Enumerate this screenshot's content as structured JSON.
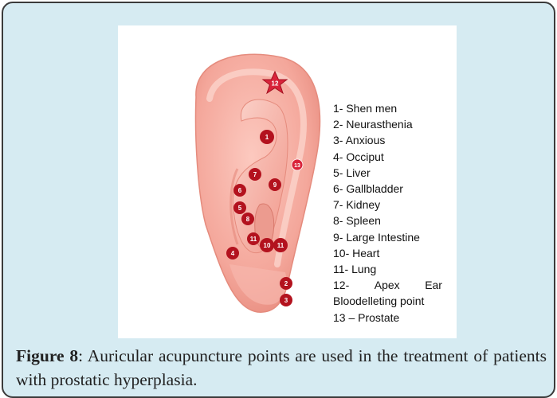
{
  "figure": {
    "points": [
      {
        "num": "1"
      },
      {
        "num": "2"
      },
      {
        "num": "3"
      },
      {
        "num": "4"
      },
      {
        "num": "5"
      },
      {
        "num": "6"
      },
      {
        "num": "7"
      },
      {
        "num": "8"
      },
      {
        "num": "9"
      },
      {
        "num": "10"
      },
      {
        "num": "11"
      },
      {
        "num": "11"
      },
      {
        "num": "12"
      },
      {
        "num": "13"
      }
    ],
    "legend": [
      "1- Shen men",
      "2- Neurasthenia",
      "3- Anxious",
      "4- Occiput",
      "5- Liver",
      "6- Gallbladder",
      "7- Kidney",
      "8- Spleen",
      "9- Large Intestine",
      "10- Heart",
      "11- Lung",
      [
        "12-",
        "Apex",
        "Ear"
      ],
      "Bloodelleting point",
      "13 – Prostate"
    ],
    "colors": {
      "ear": "#f4a79b",
      "ear_shadow": "#e98a7e",
      "ear_highlight": "#fbd3cb",
      "point": "#b3121e",
      "star": "#d9233a"
    }
  },
  "caption": {
    "label": "Figure 8",
    "text": ": Auricular acupuncture points are used in the treatment of patients with prostatic hyperplasia."
  }
}
